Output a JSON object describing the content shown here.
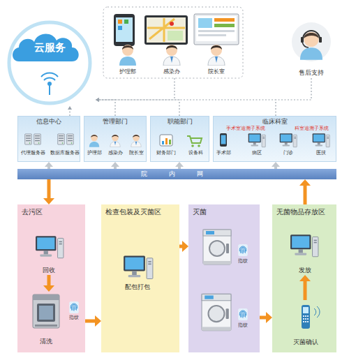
{
  "diagram": {
    "nodes": [
      {
        "text": [
          "云服务"
        ]
      },
      {
        "text": [
          "信息中心"
        ]
      },
      {
        "text": [
          "管理部门"
        ]
      },
      {
        "text": [
          "职能部门"
        ]
      },
      {
        "text": [
          "临床科室"
        ]
      },
      {
        "text": [
          "院 内 网"
        ]
      },
      {
        "text": [
          "去污区"
        ]
      },
      {
        "text": [
          "回收"
        ],
        "in": 6
      },
      {
        "text": [
          "清洗"
        ],
        "in": 6
      },
      {
        "text": [
          "检查包装及灭菌区"
        ]
      },
      {
        "text": [
          "灭菌"
        ]
      },
      {
        "text": [
          "无菌物品存放区"
        ]
      },
      {
        "text": [
          "发放"
        ],
        "in": 11
      },
      {
        "text": [
          "灭菌确认"
        ],
        "in": 11
      }
    ],
    "edges": [
      {
        "from": 1,
        "to": 0,
        "arrow": "to"
      },
      {
        "from": 2,
        "to": 0,
        "arrow": "to"
      },
      {
        "from": 3,
        "to": 0,
        "arrow": "to"
      },
      {
        "from": 4,
        "to": 0,
        "arrow": "to"
      },
      {
        "from": 5,
        "to": 1,
        "arrow": "to"
      },
      {
        "from": 5,
        "to": 2,
        "arrow": "to"
      },
      {
        "from": 5,
        "to": 3,
        "arrow": "to"
      },
      {
        "from": 5,
        "to": 4,
        "arrow": "to"
      },
      {
        "from": 5,
        "to": 6,
        "arrow": "to"
      },
      {
        "from": 11,
        "to": 5,
        "arrow": "to"
      },
      {
        "from": 6,
        "to": 9,
        "arrow": "to"
      },
      {
        "from": 9,
        "to": 10,
        "arrow": "to"
      },
      {
        "from": 10,
        "to": 11,
        "arrow": "to"
      },
      {
        "from": 7,
        "to": 8,
        "arrow": "to"
      },
      {
        "from": 13,
        "to": 12,
        "arrow": "to"
      }
    ],
    "labels": [
      "护理部",
      "感染办",
      "院长室",
      "售后支持",
      "代理服务器",
      "数据库服务器",
      "护理部",
      "感染办",
      "院长室",
      "财务部门",
      "设备科",
      "手术室追溯子系统",
      "科室追溯子系统",
      "手术部",
      "病区",
      "门诊",
      "医技",
      "指纹",
      "配包打包",
      "指纹",
      "指纹"
    ]
  }
}
